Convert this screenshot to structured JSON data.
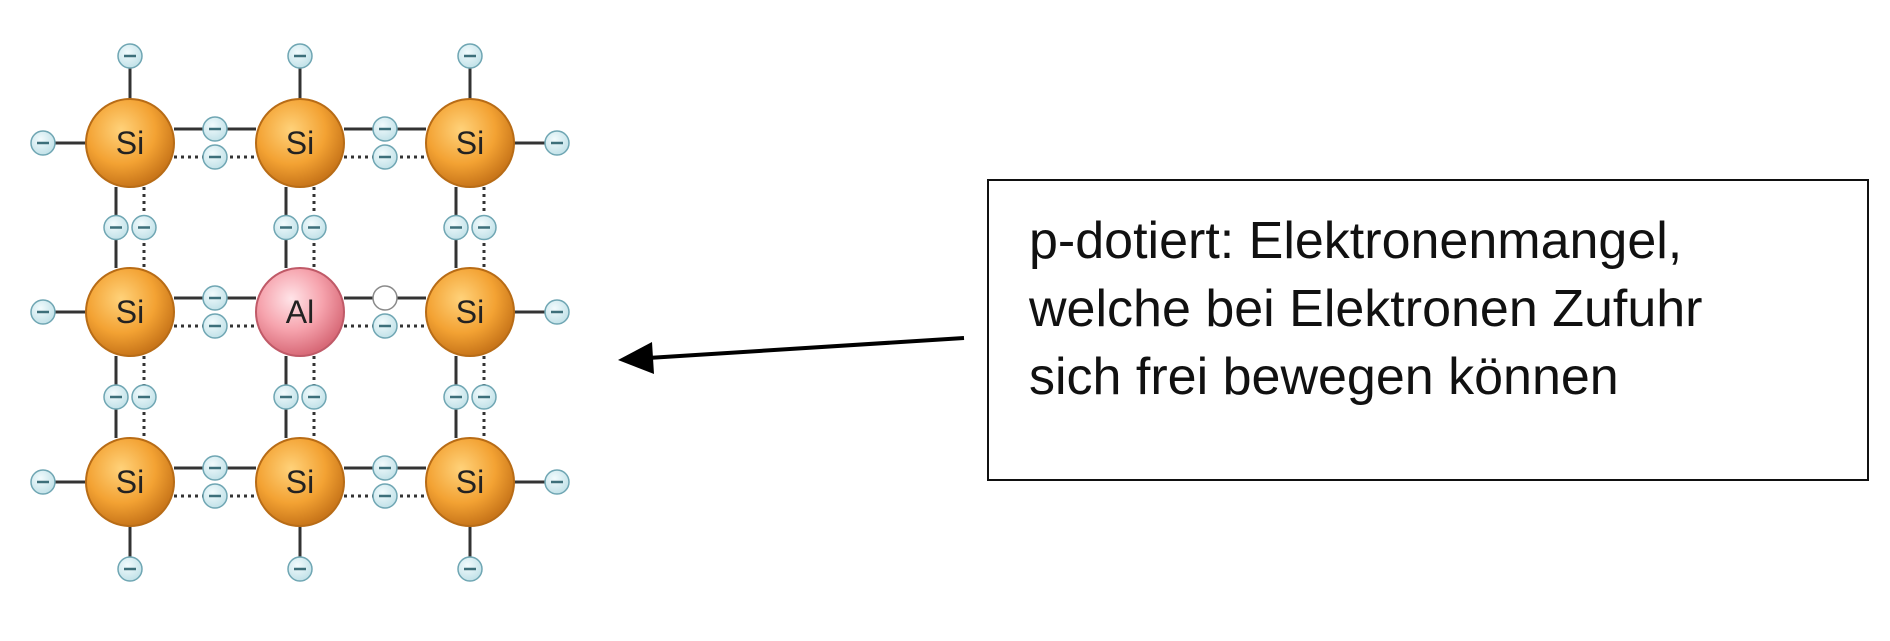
{
  "diagram": {
    "colors": {
      "silicon": "#ef9a2a",
      "aluminium": "#f4919c",
      "electron": "#cfe9ee",
      "bond": "#333333"
    },
    "atoms": [
      {
        "row": 0,
        "col": 0,
        "label": "Si",
        "type": "silicon"
      },
      {
        "row": 0,
        "col": 1,
        "label": "Si",
        "type": "silicon"
      },
      {
        "row": 0,
        "col": 2,
        "label": "Si",
        "type": "silicon"
      },
      {
        "row": 1,
        "col": 0,
        "label": "Si",
        "type": "silicon"
      },
      {
        "row": 1,
        "col": 1,
        "label": "Al",
        "type": "aluminium"
      },
      {
        "row": 1,
        "col": 2,
        "label": "Si",
        "type": "silicon"
      },
      {
        "row": 2,
        "col": 0,
        "label": "Si",
        "type": "silicon"
      },
      {
        "row": 2,
        "col": 1,
        "label": "Si",
        "type": "silicon"
      },
      {
        "row": 2,
        "col": 2,
        "label": "Si",
        "type": "silicon"
      }
    ],
    "electron_symbol": "minus-icon",
    "hole_symbol": "empty-circle-icon"
  },
  "callout": {
    "text": "p-dotiert: Elektronenmangel,\nwelche bei Elektronen Zufuhr\nsich frei bewegen können"
  }
}
